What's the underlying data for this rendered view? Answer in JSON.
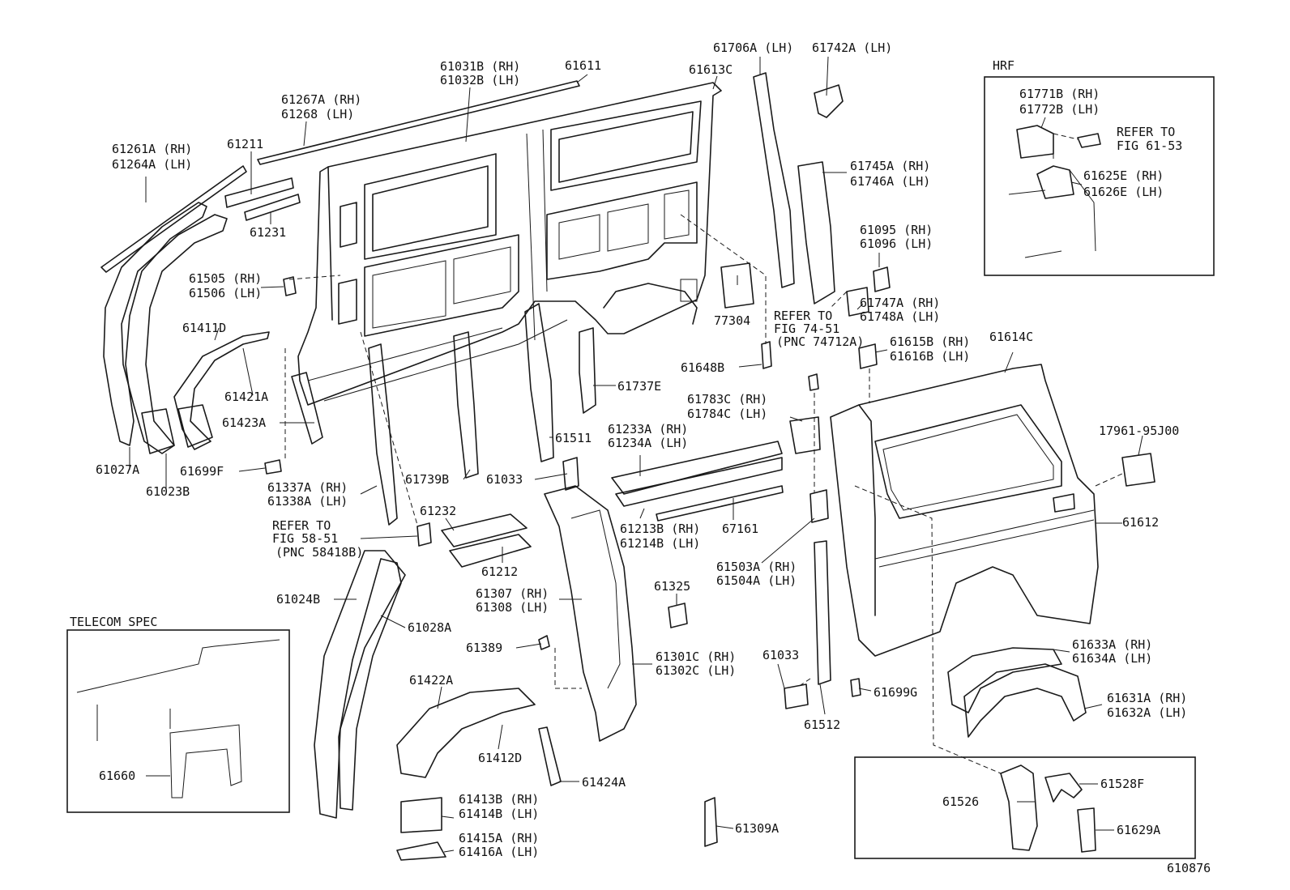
{
  "diagram_id": "610876",
  "boxes": {
    "hrf": "HRF",
    "telecom": "TELECOM SPEC"
  },
  "labels": {
    "l61706a": "61706A (LH)",
    "l61742a": "61742A (LH)",
    "l61031b": "61031B (RH)",
    "l61032b": "61032B (LH)",
    "l61611": "61611",
    "l61613c": "61613C",
    "l61267a": "61267A (RH)",
    "l61268": "61268 (LH)",
    "l61261a": "61261A (RH)",
    "l61264a": "61264A (LH)",
    "l61211": "61211",
    "l61231": "61231",
    "l61505": "61505 (RH)",
    "l61506": "61506 (LH)",
    "l61411d": "61411D",
    "l61421a": "61421A",
    "l61423a": "61423A",
    "l61027a": "61027A",
    "l61023b": "61023B",
    "l61699f": "61699F",
    "l61337a": "61337A (RH)",
    "l61338a": "61338A (LH)",
    "ref58a": "REFER TO",
    "ref58b": "FIG 58-51",
    "ref58c": "(PNC 58418B)",
    "l61024b": "61024B",
    "l61028a": "61028A",
    "l61660": "61660",
    "l61232": "61232",
    "l61212": "61212",
    "l61739b": "61739B",
    "l61033a": "61033",
    "l61511": "61511",
    "l61737e": "61737E",
    "l61307": "61307 (RH)",
    "l61308": "61308 (LH)",
    "l61389": "61389",
    "l61301c": "61301C (RH)",
    "l61302c": "61302C (LH)",
    "l61422a": "61422A",
    "l61412d": "61412D",
    "l61424a": "61424A",
    "l61413b": "61413B (RH)",
    "l61414b": "61414B (LH)",
    "l61415a": "61415A (RH)",
    "l61416a": "61416A (LH)",
    "l61309a": "61309A",
    "l61325": "61325",
    "l61233a": "61233A (RH)",
    "l61234a": "61234A (LH)",
    "l61213b": "61213B (RH)",
    "l61214b": "61214B (LH)",
    "l67161": "67161",
    "l61503a": "61503A (RH)",
    "l61504a": "61504A (LH)",
    "l61033b": "61033",
    "l61512": "61512",
    "l61699g": "61699G",
    "l77304": "77304",
    "ref74a": "REFER TO",
    "ref74b": "FIG 74-51",
    "ref74c": "(PNC 74712A)",
    "l61648b": "61648B",
    "l61783c": "61783C (RH)",
    "l61784c": "61784C (LH)",
    "l61745a": "61745A (RH)",
    "l61746a": "61746A (LH)",
    "l61095": "61095 (RH)",
    "l61096": "61096 (LH)",
    "l61747a": "61747A (RH)",
    "l61748a": "61748A (LH)",
    "l61615b": "61615B (RH)",
    "l61616b": "61616B (LH)",
    "l61614c": "61614C",
    "l17961": "17961-95J00",
    "l61612": "61612",
    "l61633a": "61633A (RH)",
    "l61634a": "61634A (LH)",
    "l61631a": "61631A (RH)",
    "l61632a": "61632A (LH)",
    "l61526": "61526",
    "l61528f": "61528F",
    "l61629a": "61629A",
    "l61771b": "61771B (RH)",
    "l61772b": "61772B (LH)",
    "ref61a": "REFER TO",
    "ref61b": "FIG 61-53",
    "l61625e": "61625E (RH)",
    "l61626e": "61626E (LH)"
  }
}
